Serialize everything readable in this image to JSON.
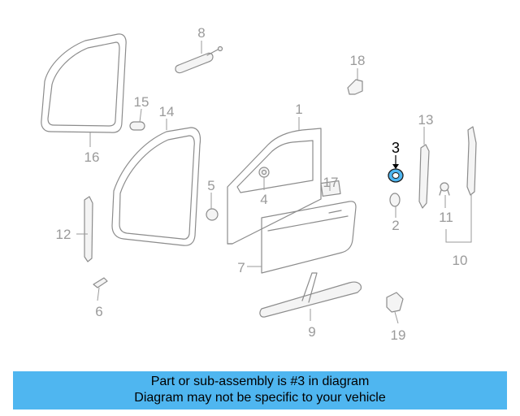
{
  "diagram": {
    "callouts": {
      "c1": "1",
      "c2": "2",
      "c3": "3",
      "c4": "4",
      "c5": "5",
      "c6": "6",
      "c7": "7",
      "c8": "8",
      "c9": "9",
      "c10": "10",
      "c11": "11",
      "c12": "12",
      "c13": "13",
      "c14": "14",
      "c15": "15",
      "c16": "16",
      "c17": "17",
      "c18": "18",
      "c19": "19"
    },
    "highlight_part": "3",
    "highlight_color": "#4fb6f0",
    "line_color": "#8c8c8c"
  },
  "caption": {
    "line1": "Part or sub-assembly is #3 in diagram",
    "line2": "Diagram may not be specific to your vehicle",
    "background": "#4fb6f0"
  }
}
